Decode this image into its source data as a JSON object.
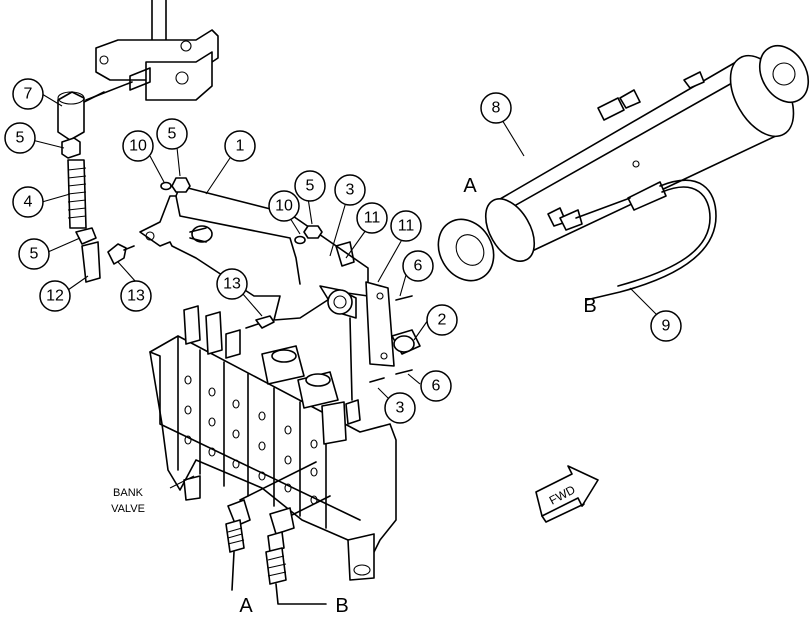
{
  "callouts": [
    "1",
    "2",
    "3",
    "4",
    "5",
    "6",
    "7",
    "8",
    "9",
    "10",
    "11",
    "12",
    "13"
  ],
  "hose_ends": {
    "a": "A",
    "b": "B"
  },
  "bank_valve_label": {
    "line1": "BANK",
    "line2": "VALVE"
  },
  "forward_label": "FWD"
}
